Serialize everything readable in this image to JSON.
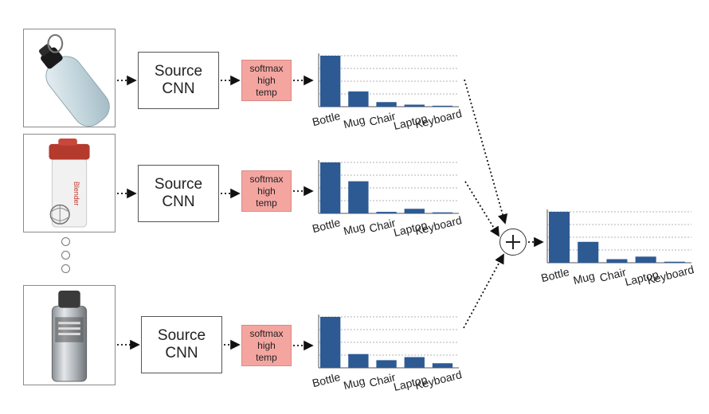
{
  "rows": [
    {
      "image": "water-bottle-photo",
      "cnn_lines": [
        "Source",
        "CNN"
      ],
      "softmax_lines": [
        "softmax",
        "high",
        "temp"
      ],
      "chart_data": {
        "type": "bar",
        "categories": [
          "Bottle",
          "Mug",
          "Chair",
          "Laptop",
          "Keyboard"
        ],
        "values": [
          1.0,
          0.3,
          0.09,
          0.04,
          0.01
        ],
        "ylim": [
          0,
          1.0
        ],
        "grid": true
      }
    },
    {
      "image": "shaker-bottle-photo",
      "cnn_lines": [
        "Source",
        "CNN"
      ],
      "softmax_lines": [
        "softmax",
        "high",
        "temp"
      ],
      "chart_data": {
        "type": "bar",
        "categories": [
          "Bottle",
          "Mug",
          "Chair",
          "Laptop",
          "Keyboard"
        ],
        "values": [
          1.0,
          0.63,
          0.03,
          0.09,
          0.02
        ],
        "ylim": [
          0,
          1.0
        ],
        "grid": true
      }
    },
    {
      "image": "steel-bottle-photo",
      "cnn_lines": [
        "Source",
        "CNN"
      ],
      "softmax_lines": [
        "softmax",
        "high",
        "temp"
      ],
      "chart_data": {
        "type": "bar",
        "categories": [
          "Bottle",
          "Mug",
          "Chair",
          "Laptop",
          "Keyboard"
        ],
        "values": [
          1.0,
          0.27,
          0.15,
          0.21,
          0.09
        ],
        "ylim": [
          0,
          1.0
        ],
        "grid": true
      }
    }
  ],
  "ellipsis_icon": "vertical-ellipsis",
  "combine_icon": "plus-circle",
  "output": {
    "chart_data": {
      "type": "bar",
      "categories": [
        "Bottle",
        "Mug",
        "Chair",
        "Laptop",
        "Keyboard"
      ],
      "values": [
        1.0,
        0.41,
        0.07,
        0.12,
        0.02
      ],
      "ylim": [
        0,
        1.0
      ],
      "grid": true
    }
  },
  "colors": {
    "bar": "#2e5a93",
    "softmax_fill": "#f4a5a0",
    "grid": "#9a9a9a"
  }
}
